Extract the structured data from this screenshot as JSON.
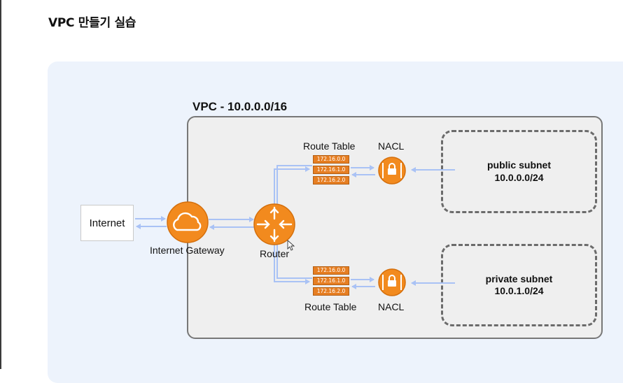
{
  "page": {
    "title": "VPC 만들기 실습"
  },
  "diagram": {
    "vpc_label": "VPC - 10.0.0.0/16",
    "internet_label": "Internet",
    "internet_gateway_label": "Internet Gateway",
    "router_label": "Router",
    "public_route_table": {
      "label": "Route Table",
      "entries": [
        "172.16.0.0",
        "172.16.1.0",
        "172.16.2.0"
      ]
    },
    "private_route_table": {
      "label": "Route Table",
      "entries": [
        "172.16.0.0",
        "172.16.1.0",
        "172.16.2.0"
      ]
    },
    "public_nacl_label": "NACL",
    "private_nacl_label": "NACL",
    "public_subnet": {
      "name": "public subnet",
      "cidr": "10.0.0.0/24"
    },
    "private_subnet": {
      "name": "private subnet",
      "cidr": "10.0.1.0/24"
    },
    "colors": {
      "orange": "#f28a1e",
      "arrow": "#a9c2f5",
      "vpc_fill": "#efefef",
      "canvas": "#edf3fc"
    },
    "icons": [
      "cloud-icon",
      "router-icon",
      "lock-icon",
      "mouse-cursor-icon"
    ]
  }
}
